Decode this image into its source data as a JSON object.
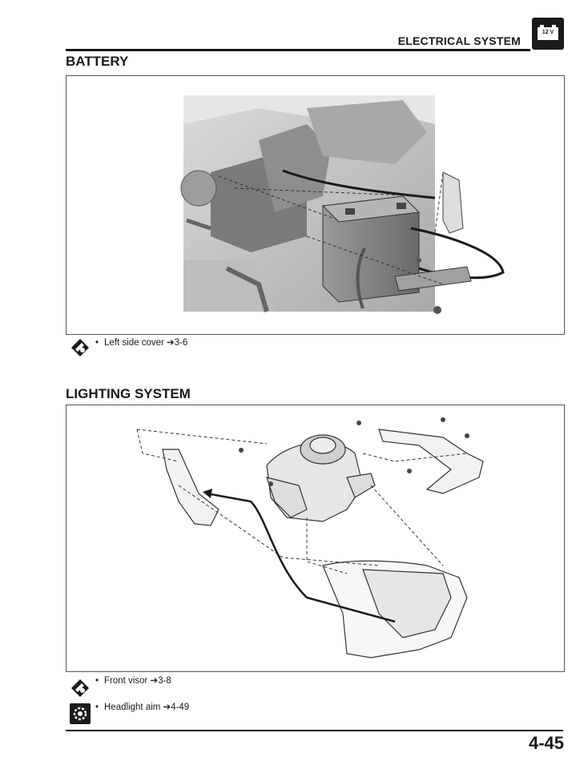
{
  "header": {
    "section": "ELECTRICAL SYSTEM",
    "badge_text": "12 V",
    "badge_icon": "battery-icon"
  },
  "battery": {
    "title": "BATTERY",
    "note_icon": "removal-wrench-icon",
    "note": {
      "bullet": "•",
      "text": "Left side cover ",
      "arrow": "➔",
      "ref": "3-6"
    }
  },
  "lighting": {
    "title": "LIGHTING SYSTEM",
    "notes": [
      {
        "icon": "removal-wrench-icon",
        "bullet": "•",
        "text": "Front visor ",
        "arrow": "➔",
        "ref": "3-8"
      },
      {
        "icon": "adjust-gear-icon",
        "bullet": "•",
        "text": "Headlight aim ",
        "arrow": "➔",
        "ref": "4-49"
      }
    ]
  },
  "footer": {
    "page_number": "4-45"
  }
}
